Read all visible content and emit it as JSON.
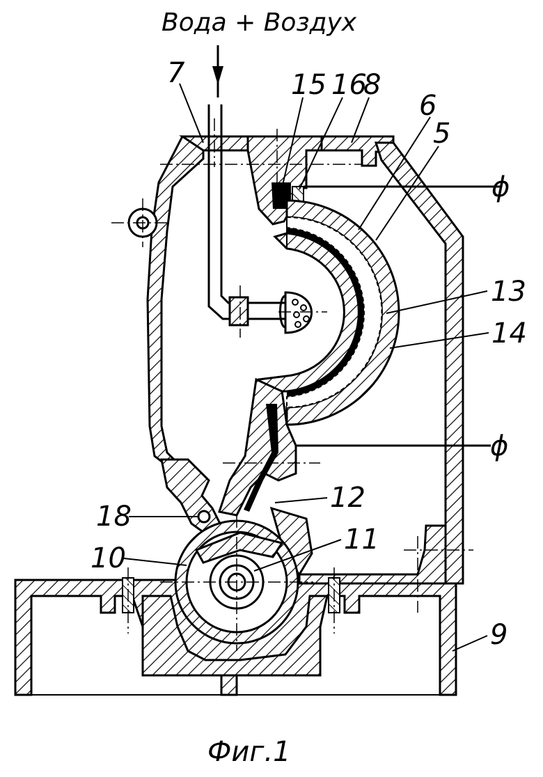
{
  "figure": {
    "inlet_label": "Вода + Воздух",
    "caption": "Фиг.1",
    "terminal_symbol": "ϕ",
    "part_labels": {
      "p5": "5",
      "p6": "6",
      "p7": "7",
      "p8": "8",
      "p9": "9",
      "p10": "10",
      "p11": "11",
      "p12": "12",
      "p13": "13",
      "p14": "14",
      "p15": "15",
      "p16": "16",
      "p18": "18"
    }
  }
}
